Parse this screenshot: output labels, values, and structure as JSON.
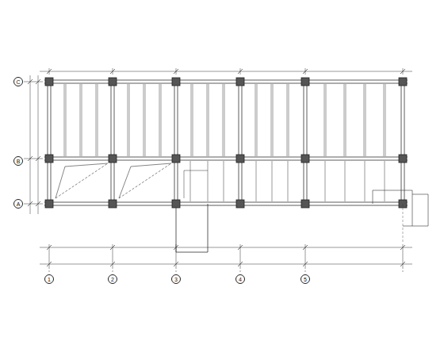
{
  "diagram": {
    "nodes": [
      {
        "text": [
          "C"
        ]
      },
      {
        "text": [
          "B"
        ]
      },
      {
        "text": [
          "A"
        ]
      },
      {
        "text": [
          "1"
        ]
      },
      {
        "text": [
          "2"
        ]
      },
      {
        "text": [
          "3"
        ]
      },
      {
        "text": [
          "4"
        ]
      },
      {
        "text": [
          "5"
        ]
      }
    ]
  }
}
